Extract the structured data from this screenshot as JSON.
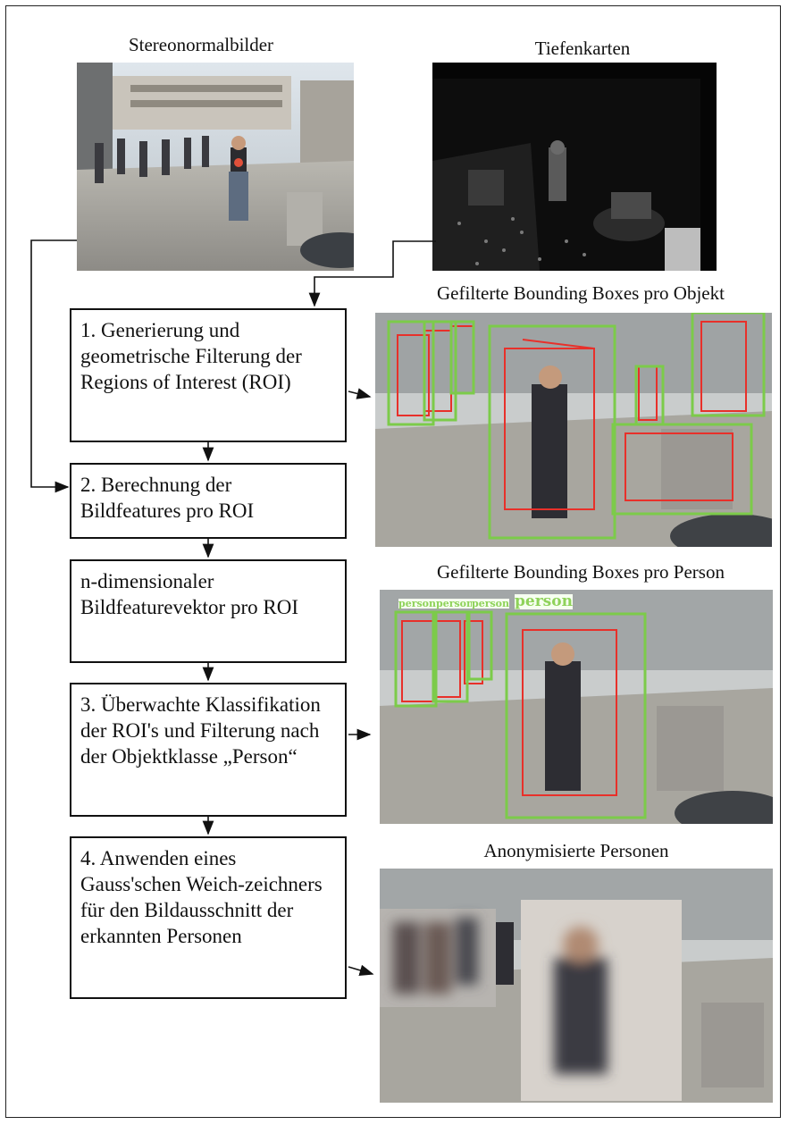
{
  "captions": {
    "stereo": "Stereonormalbilder",
    "depth": "Tiefenkarten",
    "objects": "Gefilterte Bounding Boxes pro Objekt",
    "persons": "Gefilterte Bounding Boxes pro Person",
    "anonymized": "Anonymisierte Personen"
  },
  "steps": [
    {
      "text": "1. Generierung und geometrische Filterung der Regions of Interest (ROI)"
    },
    {
      "text": "2. Berechnung der Bildfeatures pro ROI"
    },
    {
      "text": "n-dimensionaler Bildfeaturevektor pro ROI"
    },
    {
      "text": "3. Überwachte Klassifikation der ROI's und Filterung nach der Objektklasse „Person“"
    },
    {
      "text": "4. Anwenden eines Gauss'schen Weich-zeichners für den Bildausschnitt der erkannten Personen"
    }
  ],
  "detection_labels": {
    "small_1": "person",
    "small_2": "person",
    "small_3": "person",
    "large": "person"
  },
  "colors": {
    "box_green": "#7ccb4a",
    "box_red": "#e8302a",
    "line": "#111111"
  }
}
